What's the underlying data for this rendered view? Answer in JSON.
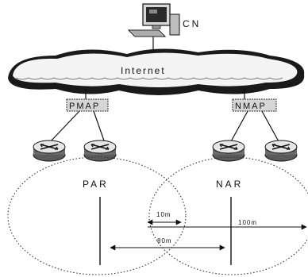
{
  "nodes": {
    "cn": "CN",
    "internet": "Internet",
    "pmap": "PMAP",
    "nmap": "NMAP",
    "par": "PAR",
    "nar": "NAR"
  },
  "distances": {
    "d10": "10m",
    "d80": "80m",
    "d100": "100m"
  }
}
